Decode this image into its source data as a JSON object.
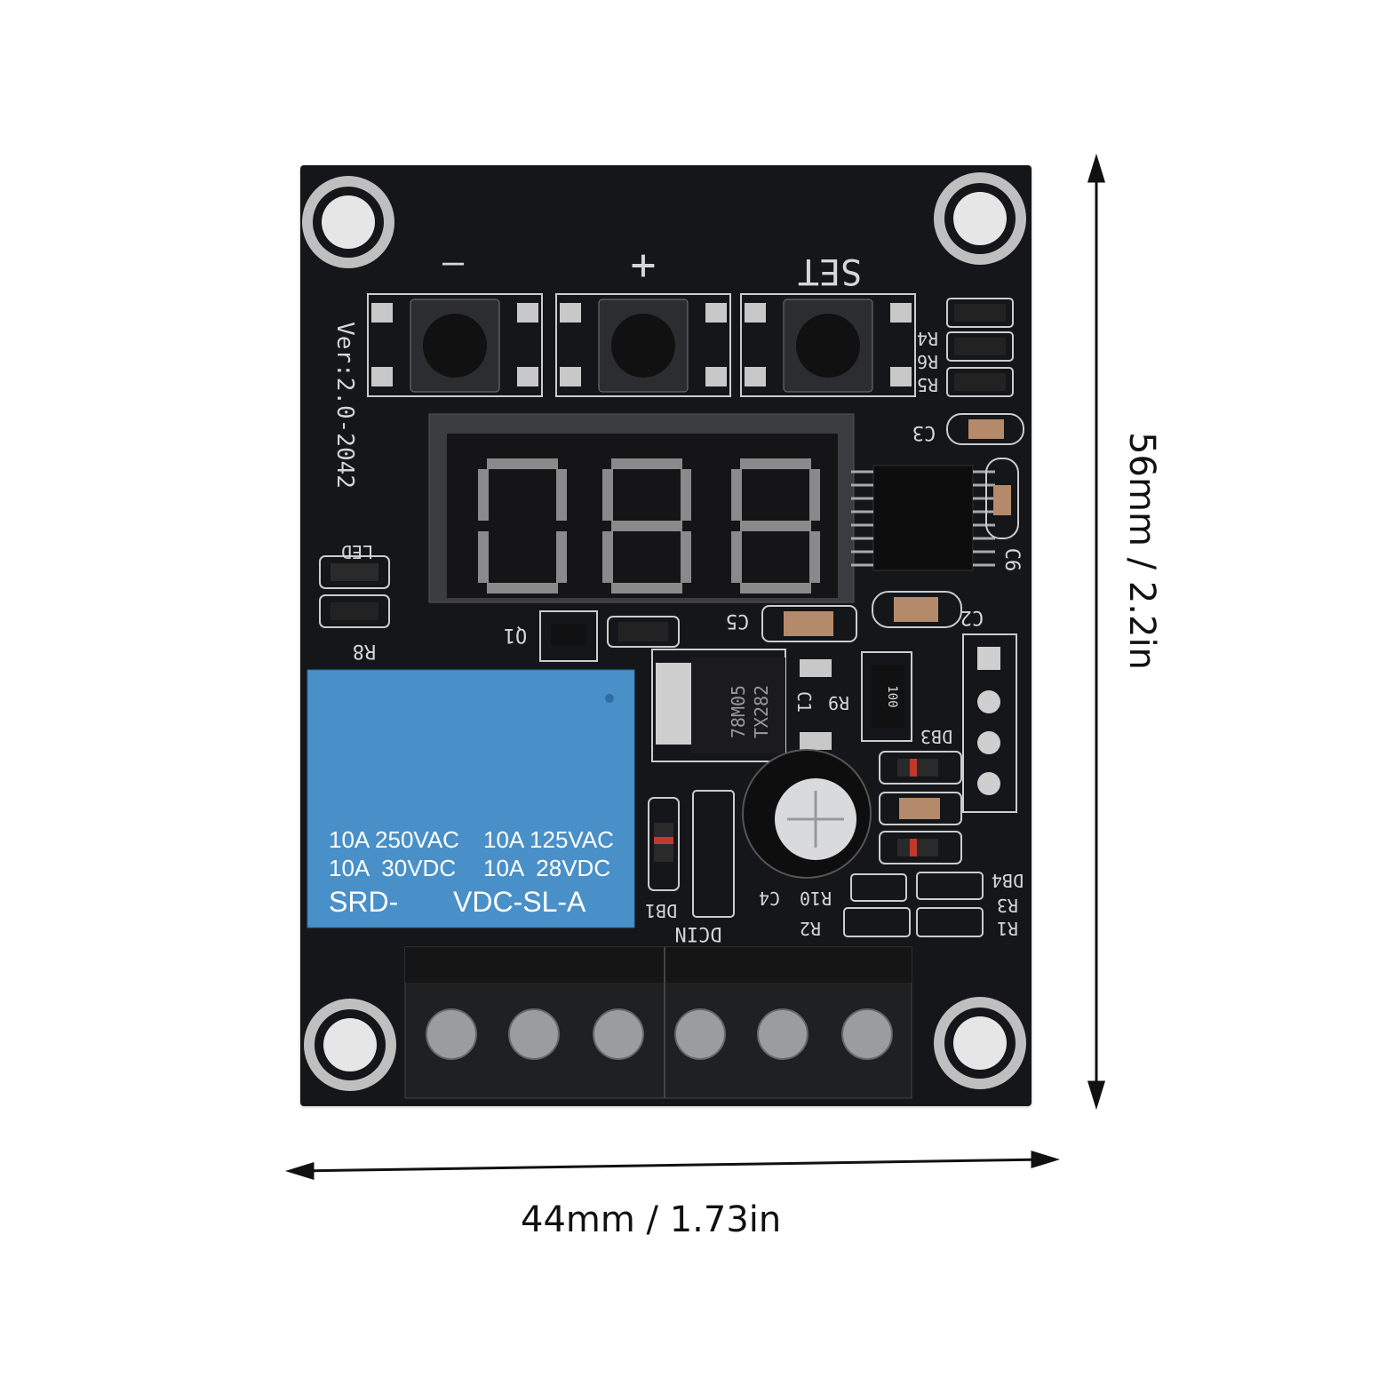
{
  "dimensions": {
    "width_label": "44mm / 1.73in",
    "height_label": "56mm / 2.2in"
  },
  "buttons": {
    "minus": "—",
    "plus": "+",
    "set": "SET"
  },
  "board_version": "Ver:2.0-2042",
  "relay": {
    "line1_left": "10A 250VAC",
    "line1_right": "10A 125VAC",
    "line2_left": "10A  30VDC",
    "line2_right": "10A  28VDC",
    "model_left": "SRD-",
    "model_right": "VDC-SL-A",
    "color": "#4a90c8"
  },
  "regulator": {
    "line1": "78M05",
    "line2": "TX282"
  },
  "component_labels": {
    "led": "LED",
    "r8": "R8",
    "q1": "Q1",
    "c5": "C5",
    "c2": "C2",
    "c3": "C3",
    "c6": "C6",
    "r4": "R4",
    "r6": "R6",
    "r5": "R5",
    "r9": "R9",
    "c1": "C1",
    "db3": "DB3",
    "db4": "DB4",
    "db1": "DB1",
    "dcin": "DCIN",
    "r10": "R10",
    "c4": "C4",
    "r2": "R2",
    "r3": "R3",
    "r1": "R1",
    "resistor_100": "100"
  },
  "colors": {
    "pcb": "#141619",
    "silkscreen": "#d6d6d6",
    "segment_off": "#8a8a8a",
    "pad": "#c8c8c8"
  }
}
